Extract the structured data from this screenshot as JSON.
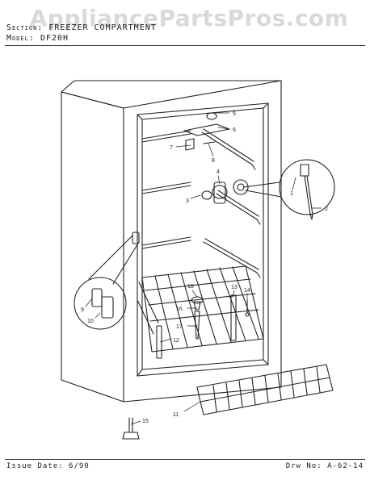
{
  "watermark": "AppliancePartsPros.com",
  "header": {
    "section_label": "Section:",
    "section_value": "FREEZER COMPARTMENT",
    "model_label": "Model:",
    "model_value": "DF20H"
  },
  "footer": {
    "issue_date": "Issue Date: 6/90",
    "drawing_no": "Drw No: A-62-14"
  },
  "callouts": [
    "1",
    "2",
    "3",
    "4",
    "5",
    "6",
    "7",
    "8",
    "9",
    "10",
    "11",
    "12",
    "13",
    "14",
    "15",
    "16",
    "17",
    "18"
  ],
  "colors": {
    "ink": "#1a1a1a",
    "watermark": "#d9d9d9",
    "paper": "#ffffff"
  }
}
